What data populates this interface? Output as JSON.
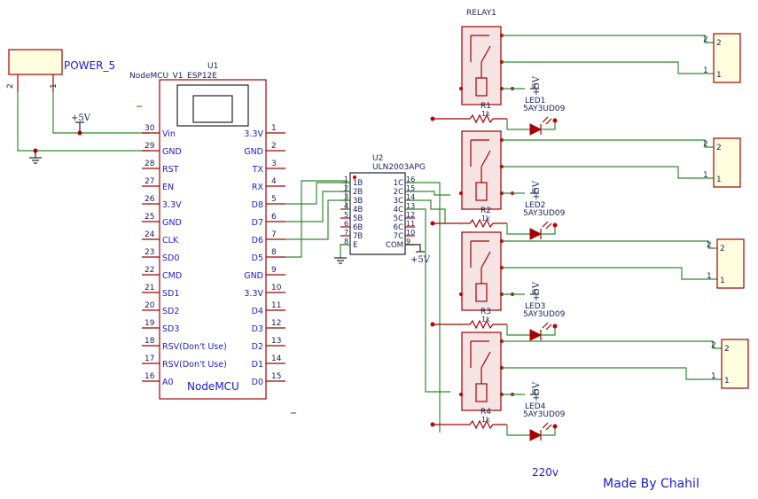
{
  "title": {
    "made_by": "Made By Chahil",
    "voltage_note": "220v"
  },
  "power_connector": {
    "name": "POWER_5",
    "pins": [
      "2",
      "1"
    ]
  },
  "mcu": {
    "ref": "U1",
    "part": "NodeMCU_V1_ESP12E",
    "body_label": "NodeMCU",
    "left_pins": [
      {
        "num": "30",
        "label": "Vin"
      },
      {
        "num": "29",
        "label": "GND"
      },
      {
        "num": "28",
        "label": "RST"
      },
      {
        "num": "27",
        "label": "EN"
      },
      {
        "num": "26",
        "label": "3.3V"
      },
      {
        "num": "25",
        "label": "GND"
      },
      {
        "num": "24",
        "label": "CLK"
      },
      {
        "num": "23",
        "label": "SD0"
      },
      {
        "num": "22",
        "label": "CMD"
      },
      {
        "num": "21",
        "label": "SD1"
      },
      {
        "num": "20",
        "label": "SD2"
      },
      {
        "num": "19",
        "label": "SD3"
      },
      {
        "num": "18",
        "label": "RSV(Don't Use)"
      },
      {
        "num": "17",
        "label": "RSV(Don't Use)"
      },
      {
        "num": "16",
        "label": "A0"
      }
    ],
    "right_pins": [
      {
        "num": "1",
        "label": "3.3V"
      },
      {
        "num": "2",
        "label": "GND"
      },
      {
        "num": "3",
        "label": "TX"
      },
      {
        "num": "4",
        "label": "RX"
      },
      {
        "num": "5",
        "label": "D8"
      },
      {
        "num": "6",
        "label": "D7"
      },
      {
        "num": "7",
        "label": "D6"
      },
      {
        "num": "8",
        "label": "D5"
      },
      {
        "num": "9",
        "label": "GND"
      },
      {
        "num": "10",
        "label": "3.3V"
      },
      {
        "num": "11",
        "label": "D4"
      },
      {
        "num": "12",
        "label": "D3"
      },
      {
        "num": "13",
        "label": "D2"
      },
      {
        "num": "14",
        "label": "D1"
      },
      {
        "num": "15",
        "label": "D0"
      }
    ]
  },
  "driver": {
    "ref": "U2",
    "part": "ULN2003APG",
    "left_pins": [
      {
        "num": "1",
        "label": "1B"
      },
      {
        "num": "2",
        "label": "2B"
      },
      {
        "num": "3",
        "label": "3B"
      },
      {
        "num": "4",
        "label": "4B"
      },
      {
        "num": "5",
        "label": "5B"
      },
      {
        "num": "6",
        "label": "6B"
      },
      {
        "num": "7",
        "label": "7B"
      },
      {
        "num": "8",
        "label": "E"
      }
    ],
    "right_pins": [
      {
        "num": "16",
        "label": "1C"
      },
      {
        "num": "15",
        "label": "2C"
      },
      {
        "num": "14",
        "label": "3C"
      },
      {
        "num": "13",
        "label": "4C"
      },
      {
        "num": "12",
        "label": "5C"
      },
      {
        "num": "11",
        "label": "6C"
      },
      {
        "num": "10",
        "label": "7C"
      },
      {
        "num": "9",
        "label": "COM"
      }
    ]
  },
  "power_labels": {
    "v5": "+5V"
  },
  "relay_module": {
    "name": "RELAY1"
  },
  "channels": [
    {
      "res_ref": "R1",
      "res_val": "1k",
      "led_ref": "LED1",
      "led_part": "5AY3UD09",
      "out_pins": [
        "2",
        "1"
      ]
    },
    {
      "res_ref": "R2",
      "res_val": "1k",
      "led_ref": "LED2",
      "led_part": "5AY3UD09",
      "out_pins": [
        "2",
        "1"
      ]
    },
    {
      "res_ref": "R3",
      "res_val": "1k",
      "led_ref": "LED3",
      "led_part": "5AY3UD09",
      "out_pins": [
        "2",
        "1"
      ]
    },
    {
      "res_ref": "R4",
      "res_val": "1k",
      "led_ref": "LED4",
      "led_part": "5AY3UD09",
      "out_pins": [
        "2",
        "1"
      ]
    }
  ]
}
